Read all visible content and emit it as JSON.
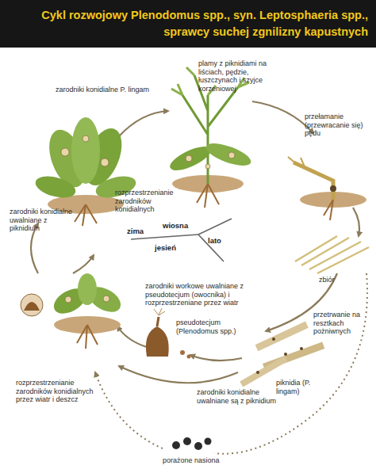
{
  "diagram": {
    "title": "Cykl rozwojowy Plenodomus spp., syn. Leptosphaeria spp., sprawcy suchej zgnilizny kapustnych",
    "labels": [
      "plamy z piknidiami na liściach, pędzie, łuszczynach i szyjce korzeniowej",
      "zarodniki konidialne P. lingam",
      "rozprzestrzenianie zarodników konidialnych",
      "przełamanie (przewracanie się) pędu",
      "zarodniki konidialne uwalniane z piknidium",
      "wiosna",
      "zima",
      "lato",
      "jesień",
      "zbiór",
      "zarodniki workowe uwalniane z pseudotecjum (owocnika) i rozprzestrzeniane przez wiatr",
      "przetrwanie na resztkach pożniwnych",
      "pseudotecjum (Plenodomus spp.)",
      "piknidia (P. lingam)",
      "rozprzestrzenianie zarodników konidialnych przez wiatr i deszcz",
      "zarodniki konidialne uwalniane są z piknidium",
      "porażone nasiona"
    ]
  }
}
